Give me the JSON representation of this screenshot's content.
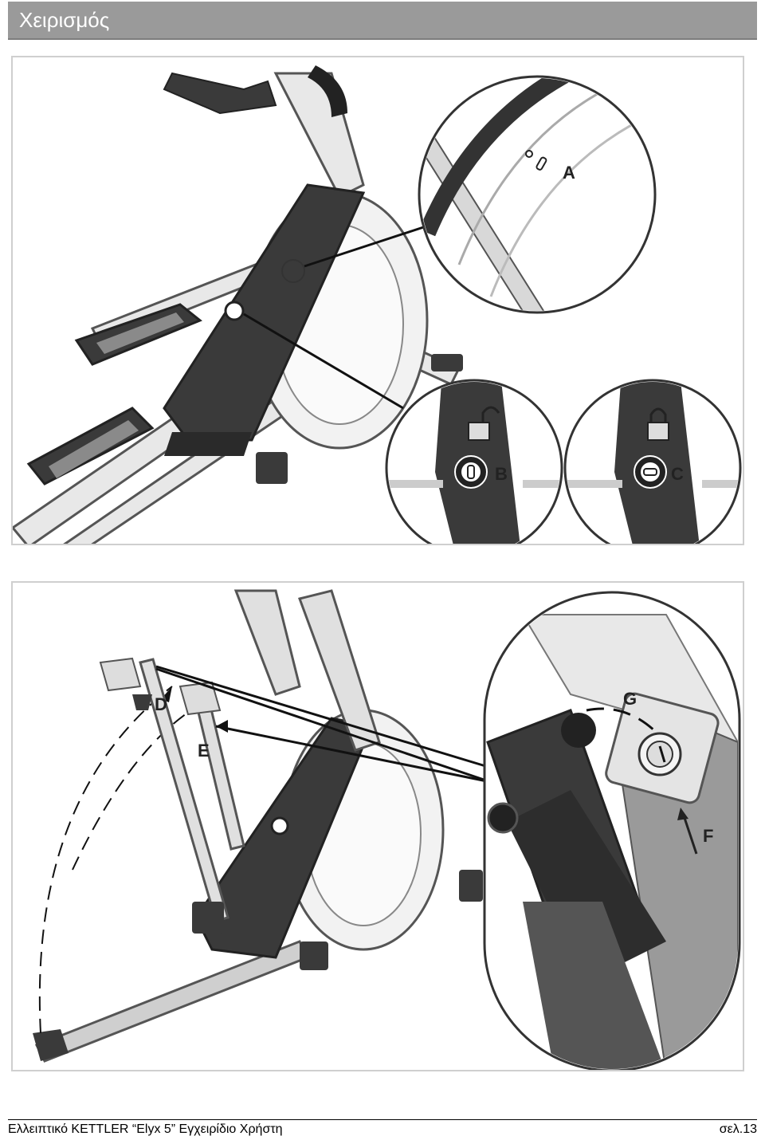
{
  "header": {
    "title": "Χειρισμός"
  },
  "figure1": {
    "callouts": {
      "a": "A",
      "b": "B",
      "c": "C"
    }
  },
  "figure2": {
    "callouts": {
      "d": "D",
      "e": "E",
      "f": "F",
      "g": "G"
    }
  },
  "footer": {
    "document": "Ελλειπτικό KETTLER “Elyx 5” Εγχειρίδιο Χρήστη",
    "page": "σελ.13"
  }
}
